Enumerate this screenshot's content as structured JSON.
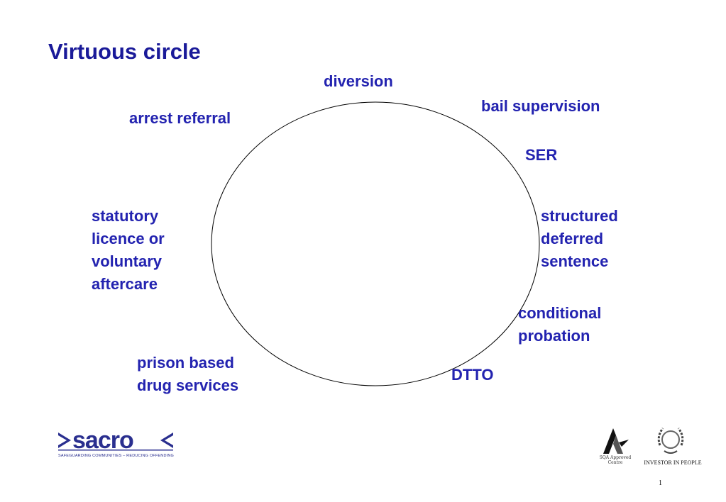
{
  "title": "Virtuous circle",
  "colors": {
    "title": "#1a1a99",
    "label": "#2323b0",
    "circle": "#000000"
  },
  "nodes": {
    "diversion": "diversion",
    "bail_supervision": "bail supervision",
    "arrest_referral": "arrest referral",
    "ser": "SER",
    "statutory": [
      "statutory",
      "licence or",
      "voluntary",
      "aftercare"
    ],
    "structured": [
      "structured",
      "deferred",
      "sentence"
    ],
    "conditional": [
      "conditional",
      "probation"
    ],
    "prison": [
      "prison based",
      "drug services"
    ],
    "dtto": "DTTO"
  },
  "footer": {
    "sacro_word": "sacro",
    "sacro_tagline": "SAFEGUARDING COMMUNITIES – REDUCING OFFENDING",
    "sqa_text": [
      "SQA Approved",
      "Centre"
    ],
    "iip_text": "INVESTOR IN PEOPLE",
    "page_number": "1"
  }
}
